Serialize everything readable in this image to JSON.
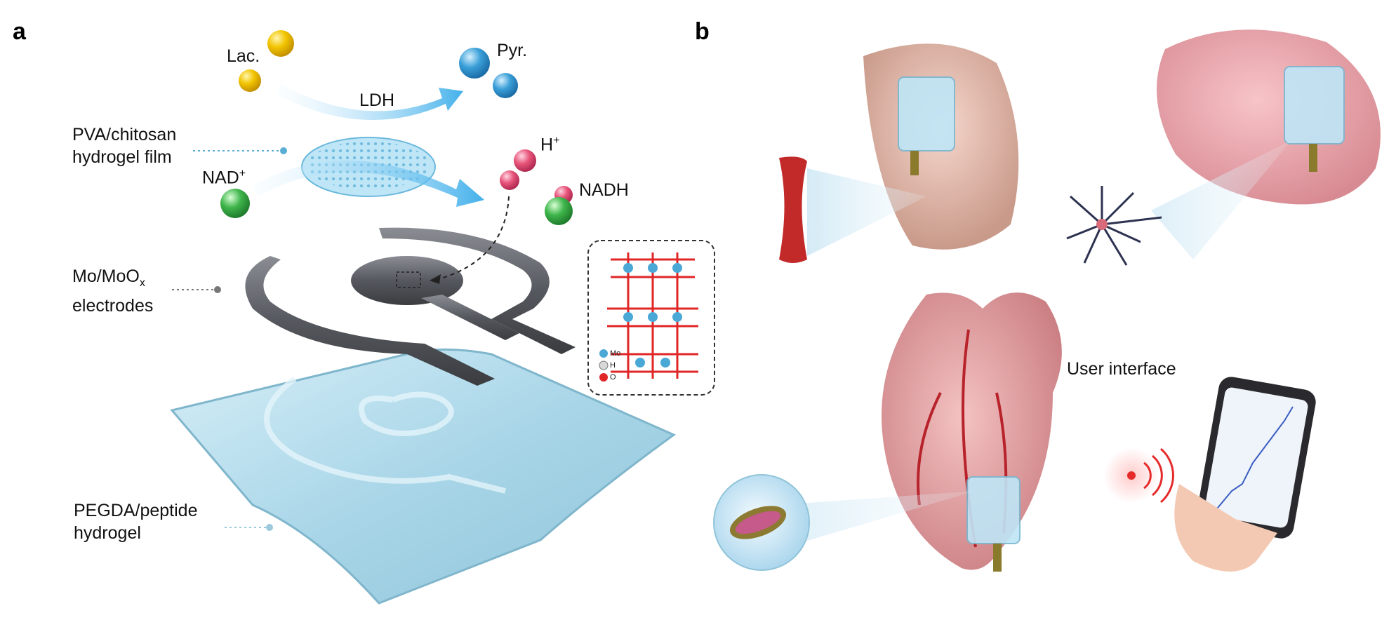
{
  "panels": {
    "a": "a",
    "b": "b"
  },
  "panel_a": {
    "lactate": "Lac.",
    "pyruvate": "Pyr.",
    "enzyme": "LDH",
    "proton": "H",
    "proton_sup": "+",
    "nad": "NAD",
    "nad_sup": "+",
    "nadh": "NADH",
    "film_label_line1": "PVA/chitosan",
    "film_label_line2": "hydrogel film",
    "electrode_label_line1_pre": "Mo/MoO",
    "electrode_label_sub": "x",
    "electrode_label_line2": "electrodes",
    "substrate_label_line1": "PEGDA/peptide",
    "substrate_label_line2": "hydrogel",
    "legend": {
      "mo": "Mo",
      "h": "H",
      "o": "O"
    }
  },
  "panel_b": {
    "user_interface": "User interface"
  },
  "colors": {
    "lactate": "#f2c400",
    "pyruvate": "#3a9fd8",
    "proton": "#e8547a",
    "nad": "#3fb54b",
    "electrode": "#5a5d63",
    "hydrogel": "#bfe2ef",
    "mo_atom": "#4aa8d6",
    "o_atom": "#e02626",
    "wireless": "#e52a2a"
  }
}
